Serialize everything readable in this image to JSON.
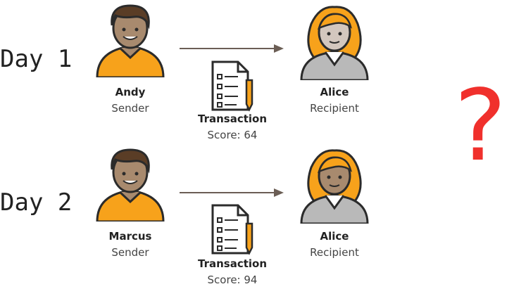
{
  "days": [
    {
      "label": "Day 1",
      "sender": {
        "name": "Andy",
        "role": "Sender"
      },
      "recipient": {
        "name": "Alice",
        "role": "Recipient"
      },
      "transaction": {
        "title": "Transaction",
        "score": "Score: 64"
      }
    },
    {
      "label": "Day 2",
      "sender": {
        "name": "Marcus",
        "role": "Sender"
      },
      "recipient": {
        "name": "Alice",
        "role": "Recipient"
      },
      "transaction": {
        "title": "Transaction",
        "score": "Score: 94"
      }
    }
  ],
  "question_mark": "?",
  "colors": {
    "shirt": "#f7a21b",
    "skin": "#a88a6e",
    "hair": "#5a3d26",
    "blonde": "#f7a21b",
    "gray_top": "#b9b9b9",
    "question": "#f0302c"
  }
}
